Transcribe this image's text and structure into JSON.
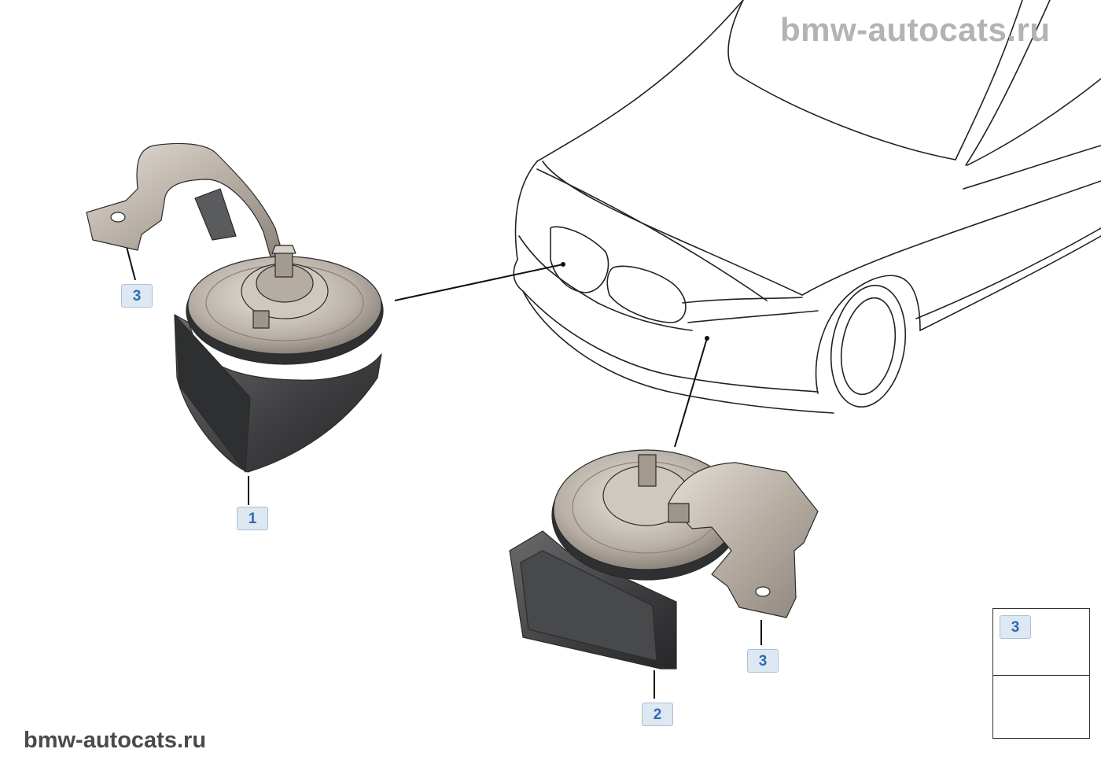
{
  "watermark": {
    "top": "bmw-autocats.ru",
    "bottom": "bmw-autocats.ru"
  },
  "callouts": [
    {
      "id": "c1",
      "label": "1"
    },
    {
      "id": "c2",
      "label": "2"
    },
    {
      "id": "c3a",
      "label": "3"
    },
    {
      "id": "c3b",
      "label": "3"
    }
  ],
  "legend": {
    "callout": "3"
  },
  "colors": {
    "callout_bg": "#dde8f3",
    "callout_text": "#2d6bb3",
    "outline": "#222222"
  }
}
